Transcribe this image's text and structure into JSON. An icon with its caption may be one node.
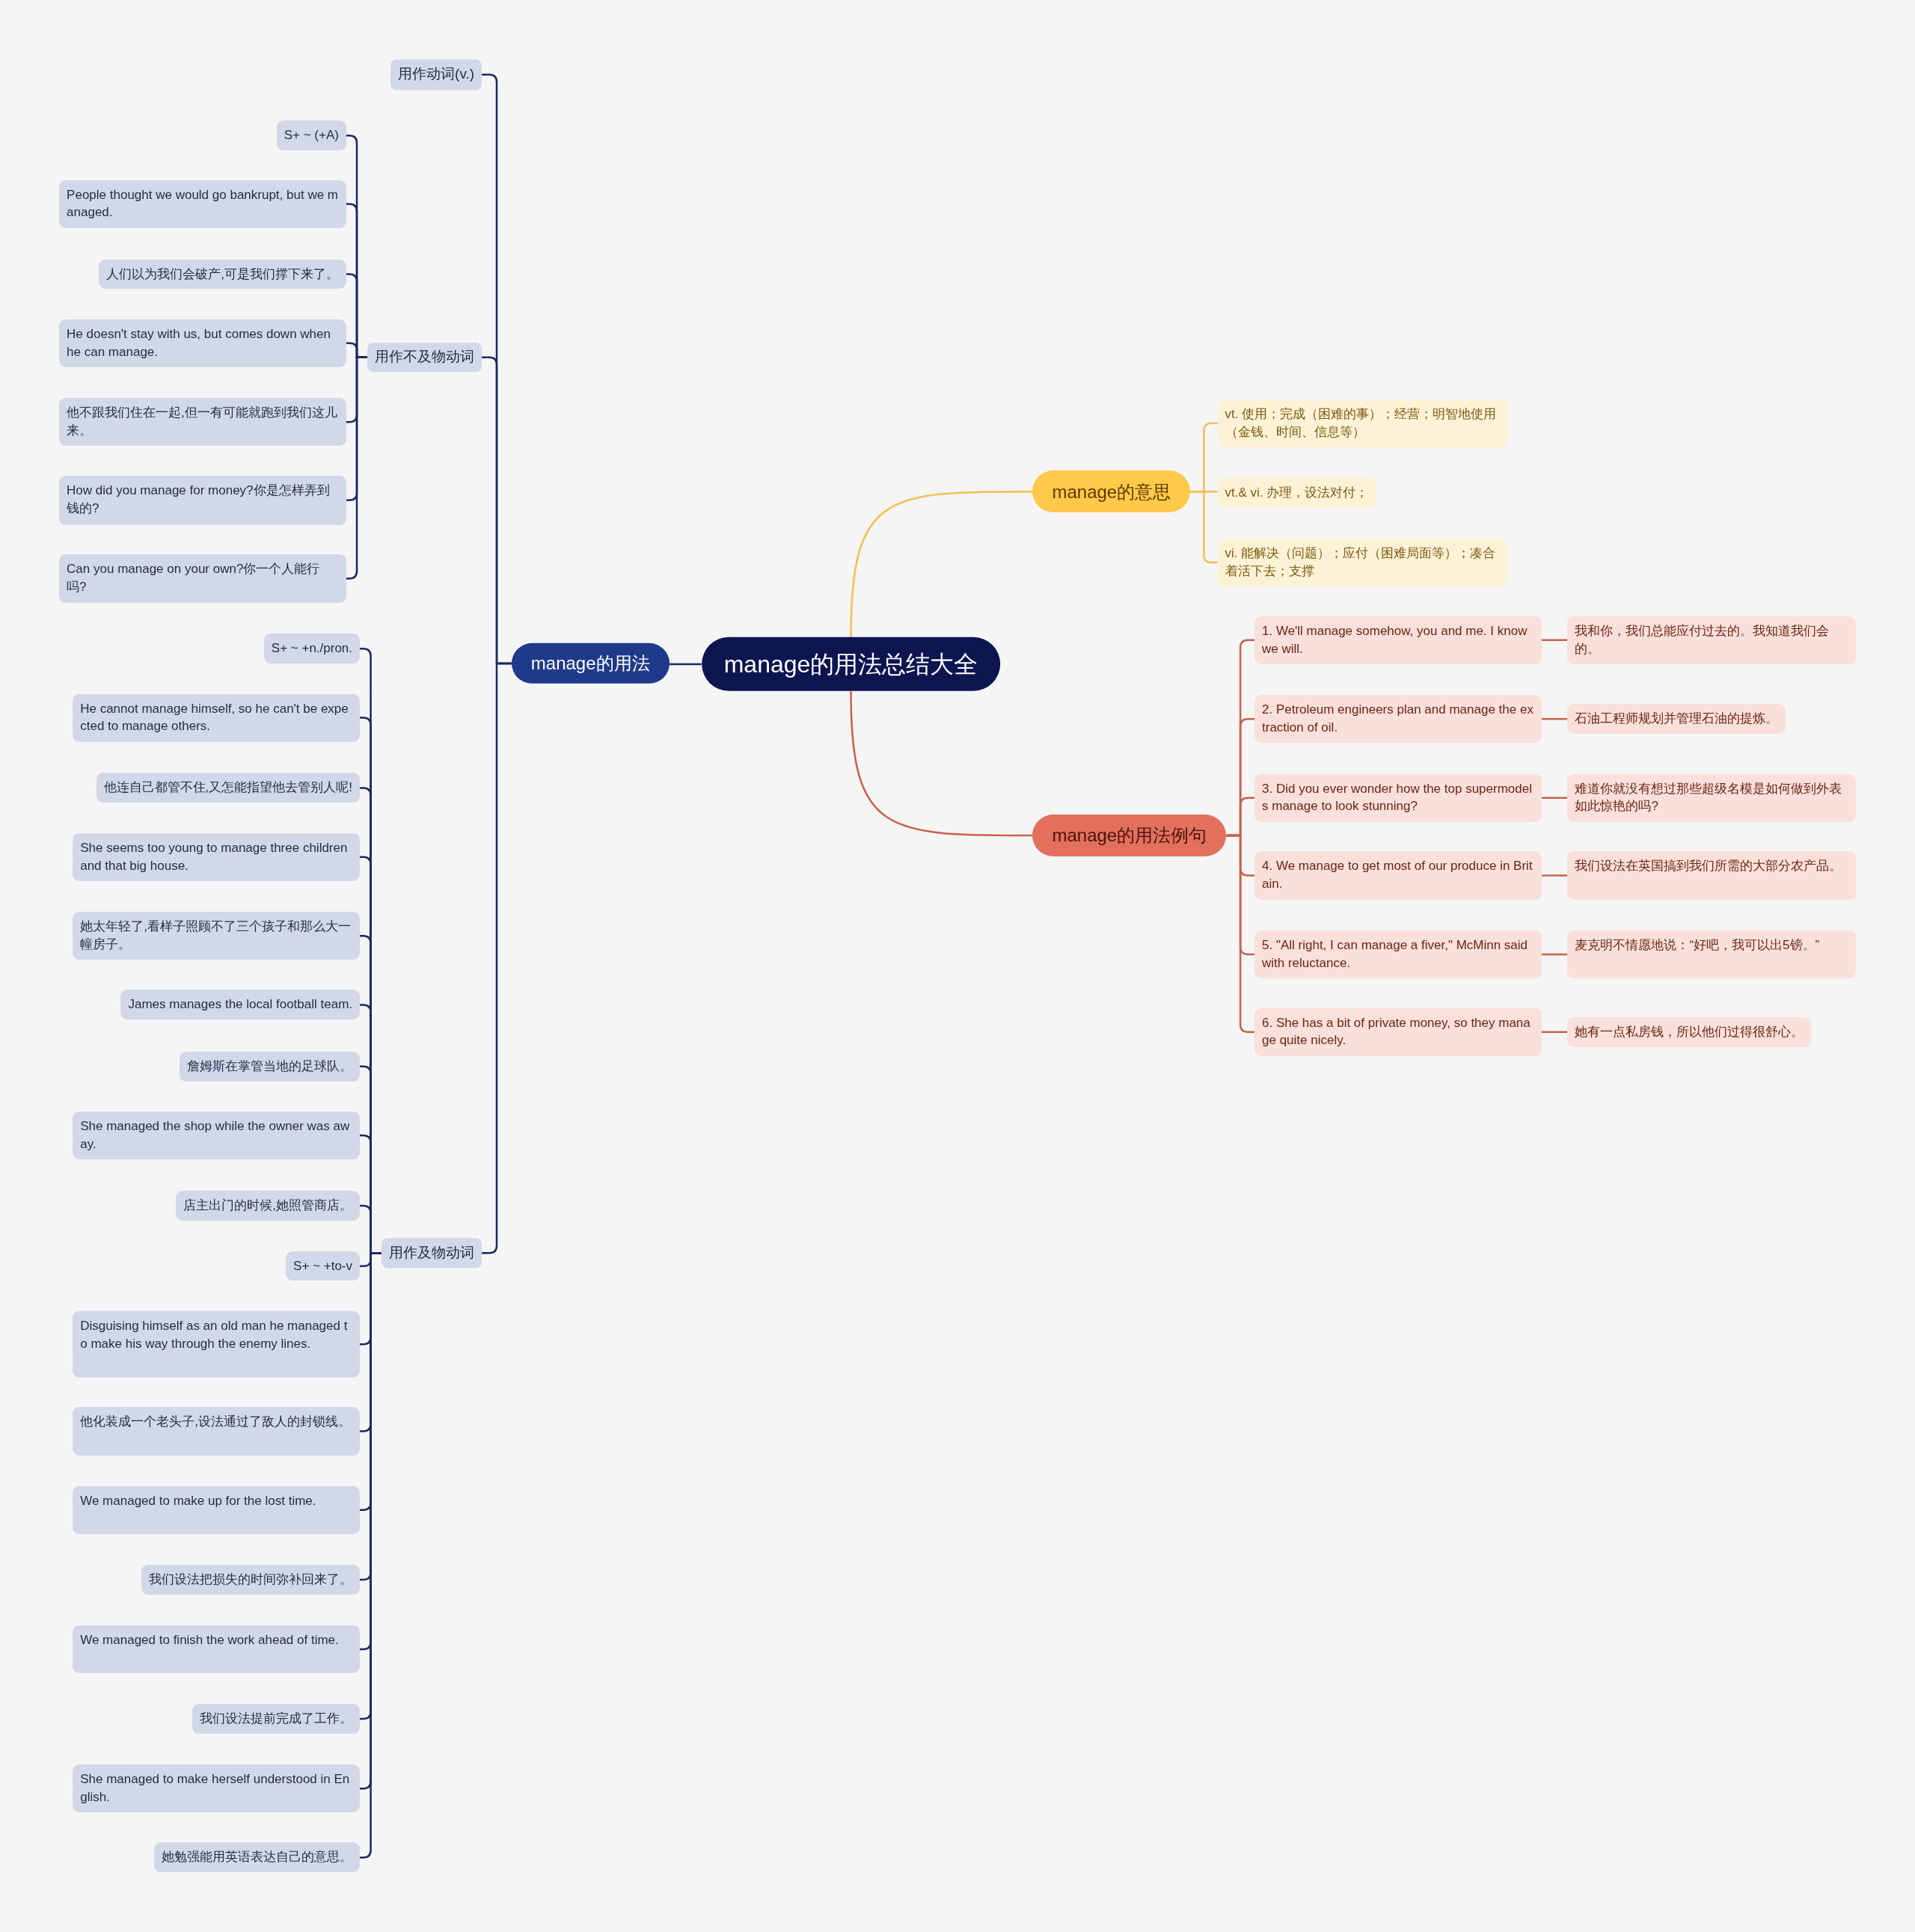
{
  "diagram": {
    "nodes": [
      {
        "text": [
          "manage的用法总结大全"
        ]
      },
      {
        "text": [
          "manage的用法"
        ]
      },
      {
        "text": [
          "用作动词(v.)"
        ]
      },
      {
        "text": [
          "用作不及物动词"
        ]
      },
      {
        "text": [
          "S+ ~ (+A)"
        ]
      },
      {
        "text": [
          "People thought we would go bankrupt, but we managed."
        ]
      },
      {
        "text": [
          "人们以为我们会破产,可是我们撑下来了。"
        ]
      },
      {
        "text": [
          "He doesn't stay with us, but comes down when he can manage."
        ]
      },
      {
        "text": [
          "他不跟我们住在一起,但一有可能就跑到我们这儿来。"
        ]
      },
      {
        "text": [
          "How did you manage for money?你是怎样弄到钱的?"
        ]
      },
      {
        "text": [
          "Can you manage on your own?你一个人能行吗?"
        ]
      },
      {
        "text": [
          "用作及物动词"
        ]
      },
      {
        "text": [
          "S+ ~ +n./pron."
        ]
      },
      {
        "text": [
          "He cannot manage himself, so he can't be expected to manage others."
        ]
      },
      {
        "text": [
          "他连自己都管不住,又怎能指望他去管别人呢!"
        ]
      },
      {
        "text": [
          "She seems too young to manage three children and that big house."
        ]
      },
      {
        "text": [
          "她太年轻了,看样子照顾不了三个孩子和那么大一幢房子。"
        ]
      },
      {
        "text": [
          "James manages the local football team."
        ]
      },
      {
        "text": [
          "詹姆斯在掌管当地的足球队。"
        ]
      },
      {
        "text": [
          "She managed the shop while the owner was away."
        ]
      },
      {
        "text": [
          "店主出门的时候,她照管商店。"
        ]
      },
      {
        "text": [
          "S+ ~ +to-v"
        ]
      },
      {
        "text": [
          "Disguising himself as an old man he managed to make his way through the enemy lines."
        ]
      },
      {
        "text": [
          "他化装成一个老头子,设法通过了敌人的封锁线。"
        ]
      },
      {
        "text": [
          "We managed to make up for the lost time."
        ]
      },
      {
        "text": [
          "我们设法把损失的时间弥补回来了。"
        ]
      },
      {
        "text": [
          "We managed to finish the work ahead of time."
        ]
      },
      {
        "text": [
          "我们设法提前完成了工作。"
        ]
      },
      {
        "text": [
          "She managed to make herself understood in English."
        ]
      },
      {
        "text": [
          "她勉强能用英语表达自己的意思。"
        ]
      },
      {
        "text": [
          "manage的意思"
        ]
      },
      {
        "text": [
          "vt. 使用；完成（困难的事）；经营；明智地使用（金钱、时间、信息等）"
        ]
      },
      {
        "text": [
          "vt.& vi. 办理，设法对付；"
        ]
      },
      {
        "text": [
          "vi. 能解决（问题）；应付（困难局面等）；凑合着活下去；支撑"
        ]
      },
      {
        "text": [
          "manage的用法例句"
        ]
      },
      {
        "text": [
          "1. We'll manage somehow, you and me. I know we will."
        ]
      },
      {
        "text": [
          "我和你，我们总能应付过去的。我知道我们会的。"
        ]
      },
      {
        "text": [
          "2. Petroleum engineers plan and manage the extraction of oil."
        ]
      },
      {
        "text": [
          "石油工程师规划并管理石油的提炼。"
        ]
      },
      {
        "text": [
          "3. Did you ever wonder how the top supermodels manage to look stunning?"
        ]
      },
      {
        "text": [
          "难道你就没有想过那些超级名模是如何做到外表如此惊艳的吗?"
        ]
      },
      {
        "text": [
          "4. We manage to get most of our produce in Britain."
        ]
      },
      {
        "text": [
          "我们设法在英国搞到我们所需的大部分农产品。"
        ]
      },
      {
        "text": [
          "5. \"All right, I can manage a fiver,\" McMinn said with reluctance."
        ]
      },
      {
        "text": [
          "麦克明不情愿地说：“好吧，我可以出5镑。”"
        ]
      },
      {
        "text": [
          "6. She has a bit of private money, so they manage quite nicely."
        ]
      },
      {
        "text": [
          "她有一点私房钱，所以他们过得很舒心。"
        ]
      }
    ],
    "edges": [
      {
        "from": 0,
        "to": 1,
        "arrow": "none"
      },
      {
        "from": 1,
        "to": 2,
        "arrow": "none"
      },
      {
        "from": 1,
        "to": 3,
        "arrow": "none"
      },
      {
        "from": 3,
        "to": 4,
        "arrow": "none"
      },
      {
        "from": 3,
        "to": 5,
        "arrow": "none"
      },
      {
        "from": 3,
        "to": 6,
        "arrow": "none"
      },
      {
        "from": 3,
        "to": 7,
        "arrow": "none"
      },
      {
        "from": 3,
        "to": 8,
        "arrow": "none"
      },
      {
        "from": 3,
        "to": 9,
        "arrow": "none"
      },
      {
        "from": 3,
        "to": 10,
        "arrow": "none"
      },
      {
        "from": 1,
        "to": 11,
        "arrow": "none"
      },
      {
        "from": 11,
        "to": 12,
        "arrow": "none"
      },
      {
        "from": 11,
        "to": 13,
        "arrow": "none"
      },
      {
        "from": 11,
        "to": 14,
        "arrow": "none"
      },
      {
        "from": 11,
        "to": 15,
        "arrow": "none"
      },
      {
        "from": 11,
        "to": 16,
        "arrow": "none"
      },
      {
        "from": 11,
        "to": 17,
        "arrow": "none"
      },
      {
        "from": 11,
        "to": 18,
        "arrow": "none"
      },
      {
        "from": 11,
        "to": 19,
        "arrow": "none"
      },
      {
        "from": 11,
        "to": 20,
        "arrow": "none"
      },
      {
        "from": 11,
        "to": 21,
        "arrow": "none"
      },
      {
        "from": 11,
        "to": 22,
        "arrow": "none"
      },
      {
        "from": 11,
        "to": 23,
        "arrow": "none"
      },
      {
        "from": 11,
        "to": 24,
        "arrow": "none"
      },
      {
        "from": 11,
        "to": 25,
        "arrow": "none"
      },
      {
        "from": 11,
        "to": 26,
        "arrow": "none"
      },
      {
        "from": 11,
        "to": 27,
        "arrow": "none"
      },
      {
        "from": 11,
        "to": 28,
        "arrow": "none"
      },
      {
        "from": 11,
        "to": 29,
        "arrow": "none"
      },
      {
        "from": 0,
        "to": 30,
        "arrow": "none",
        "color": "#f2c14e"
      },
      {
        "from": 30,
        "to": 31,
        "arrow": "none",
        "color": "#f2c14e"
      },
      {
        "from": 30,
        "to": 32,
        "arrow": "none",
        "color": "#f2c14e"
      },
      {
        "from": 30,
        "to": 33,
        "arrow": "none",
        "color": "#f2c14e"
      },
      {
        "from": 0,
        "to": 34,
        "arrow": "none",
        "color": "#c9604a"
      },
      {
        "from": 34,
        "to": 35,
        "arrow": "none",
        "color": "#c9604a"
      },
      {
        "from": 35,
        "to": 36,
        "arrow": "none",
        "color": "#c9604a"
      },
      {
        "from": 34,
        "to": 37,
        "arrow": "none",
        "color": "#c9604a"
      },
      {
        "from": 37,
        "to": 38,
        "arrow": "none",
        "color": "#c9604a"
      },
      {
        "from": 34,
        "to": 39,
        "arrow": "none",
        "color": "#c9604a"
      },
      {
        "from": 39,
        "to": 40,
        "arrow": "none",
        "color": "#c9604a"
      },
      {
        "from": 34,
        "to": 41,
        "arrow": "none",
        "color": "#c9604a"
      },
      {
        "from": 41,
        "to": 42,
        "arrow": "none",
        "color": "#c9604a"
      },
      {
        "from": 34,
        "to": 43,
        "arrow": "none",
        "color": "#c9604a"
      },
      {
        "from": 43,
        "to": 44,
        "arrow": "none",
        "color": "#c9604a"
      },
      {
        "from": 34,
        "to": 45,
        "arrow": "none",
        "color": "#c9604a"
      },
      {
        "from": 45,
        "to": 46,
        "arrow": "none",
        "color": "#c9604a"
      }
    ]
  }
}
